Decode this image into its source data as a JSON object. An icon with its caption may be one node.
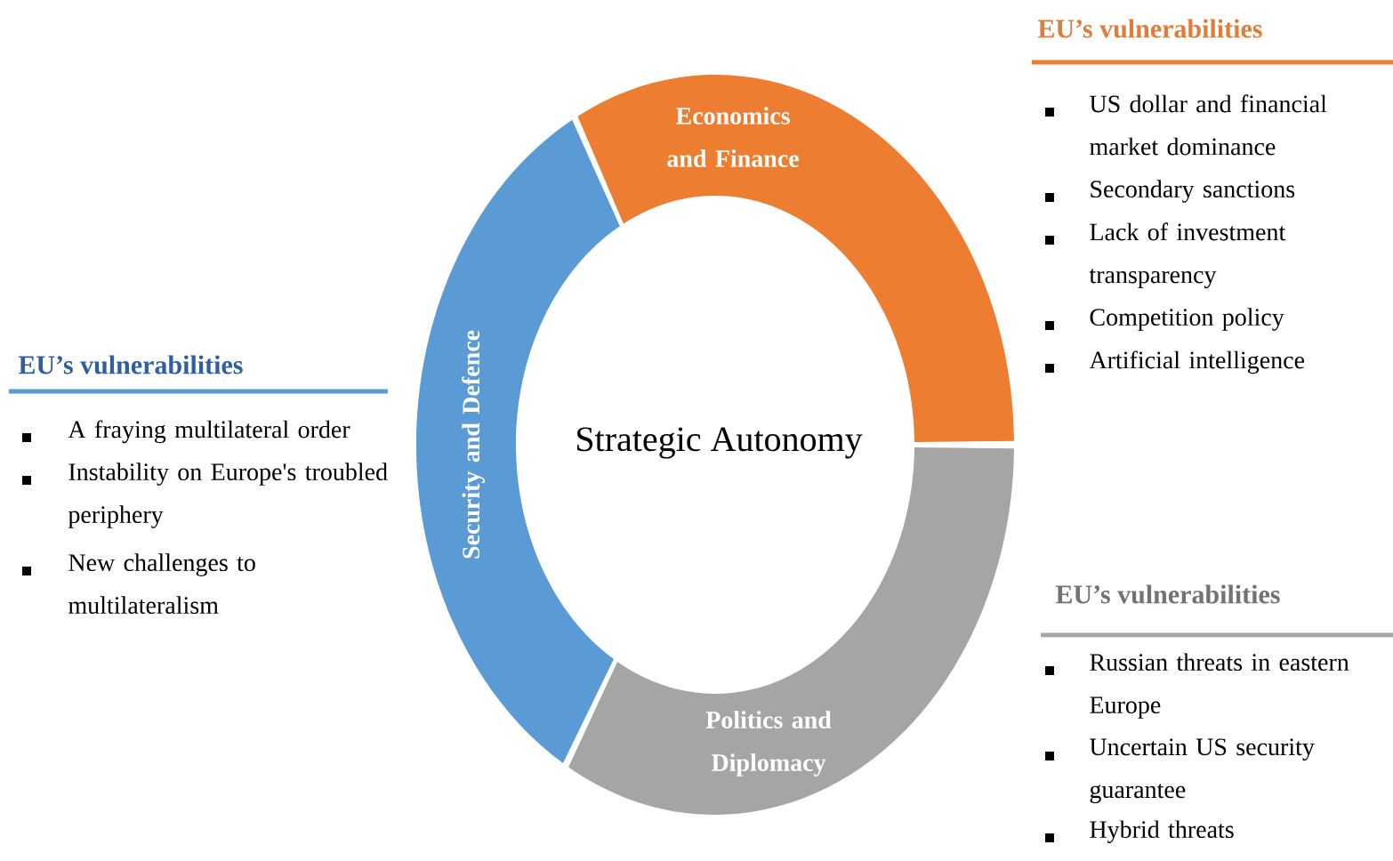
{
  "diagram": {
    "nodes": [
      {
        "text": [
          "Economics and Finance"
        ]
      },
      {
        "text": [
          "Security and Defence"
        ]
      },
      {
        "text": [
          "Politics and Diplomacy"
        ]
      },
      {
        "text": [
          "Strategic Autonomy"
        ]
      },
      {
        "text": [
          "EU’s vulnerabilities",
          "US dollar and financial market dominance",
          "Secondary sanctions",
          "Lack of investment transparency",
          "Competition policy",
          "Artificial intelligence"
        ]
      },
      {
        "text": [
          "EU’s vulnerabilities",
          "A fraying multilateral order",
          "Instability on Europe's troubled periphery",
          "New challenges to multilateralism"
        ]
      },
      {
        "text": [
          "EU’s vulnerabilities",
          "Russian threats in eastern Europe",
          "Uncertain US security guarantee",
          "Hybrid threats"
        ]
      }
    ]
  }
}
